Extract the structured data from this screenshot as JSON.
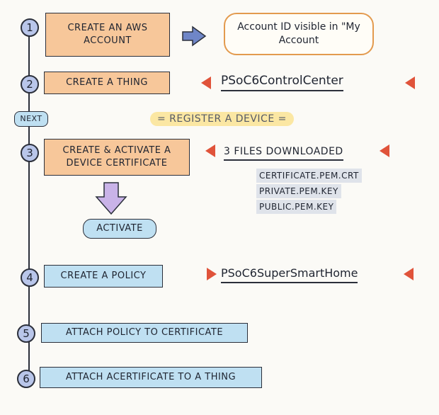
{
  "steps": [
    {
      "num": "1",
      "label": "CREATE AN AWS ACCOUNT"
    },
    {
      "num": "2",
      "label": "CREATE A THING"
    },
    {
      "num": "3",
      "label": "CREATE & ACTIVATE A DEVICE CERTIFICATE"
    },
    {
      "num": "4",
      "label": "CREATE A POLICY"
    },
    {
      "num": "5",
      "label": "ATTACH POLICY TO CERTIFICATE"
    },
    {
      "num": "6",
      "label": "ATTACH ACERTIFICATE TO A THING"
    }
  ],
  "account_note": "Account ID visible in \"My Account",
  "thing_name": "PSoC6ControlCenter",
  "next_label": "NEXT",
  "register_label": "= REGISTER A DEVICE =",
  "files_title": "3 FILES DOWNLOADED",
  "files": [
    "CERTIFICATE.PEM.CRT",
    "PRIVATE.PEM.KEY",
    "PUBLIC.PEM.KEY"
  ],
  "activate_label": "ACTIVATE",
  "policy_name": "PSoC6SuperSmartHome",
  "colors": {
    "orange": "#f7c79a",
    "blue": "#bfe0f2",
    "marker": "#e0533a"
  }
}
